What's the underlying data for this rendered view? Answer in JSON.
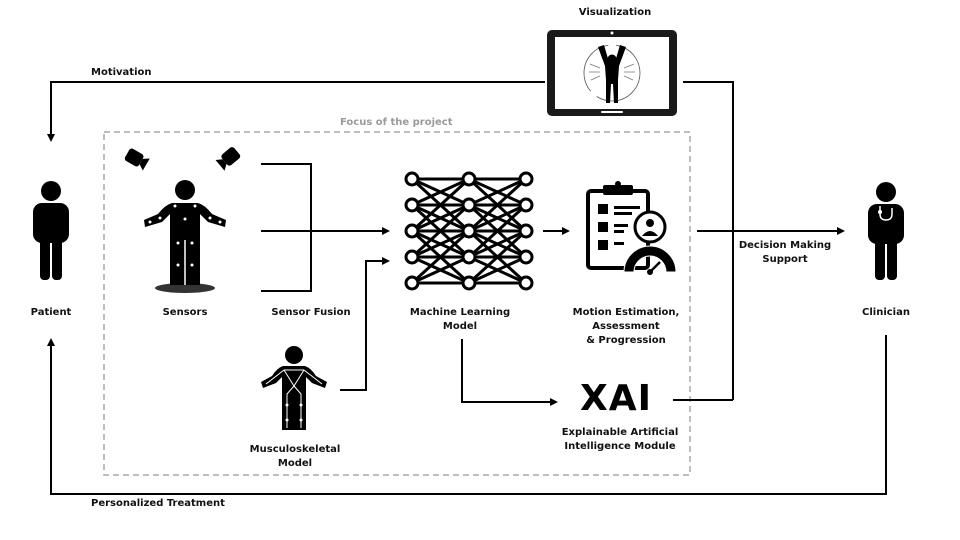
{
  "title": "Focus of the project",
  "colors": {
    "stroke": "#000000",
    "focus_border": "#a8a8a8",
    "focus_label": "#9a9a9a"
  },
  "nodes": {
    "patient": {
      "label": "Patient",
      "icon": "person-icon"
    },
    "sensors": {
      "label": "Sensors",
      "icon": "sensor-suit-person-icon"
    },
    "sensor_fusion": {
      "label": "Sensor Fusion"
    },
    "ml_model": {
      "label_lines": [
        "Machine Learning",
        "Model"
      ],
      "icon": "neural-network-icon"
    },
    "motion": {
      "label_lines": [
        "Motion Estimation,",
        "Assessment",
        "& Progression"
      ],
      "icon": "clipboard-gauge-icon"
    },
    "msk": {
      "label_lines": [
        "Musculoskeletal",
        "Model"
      ],
      "icon": "skeleton-person-icon"
    },
    "xai": {
      "logo": "XAI",
      "label_lines": [
        "Explainable Artificial",
        "Intelligence Module"
      ]
    },
    "clinician": {
      "label": "Clinician",
      "icon": "doctor-icon"
    },
    "visualization": {
      "label": "Visualization",
      "icon": "tablet-icon"
    }
  },
  "edges": {
    "motivation": "Motivation",
    "decision": [
      "Decision Making",
      "Support"
    ],
    "treatment": "Personalized Treatment"
  }
}
